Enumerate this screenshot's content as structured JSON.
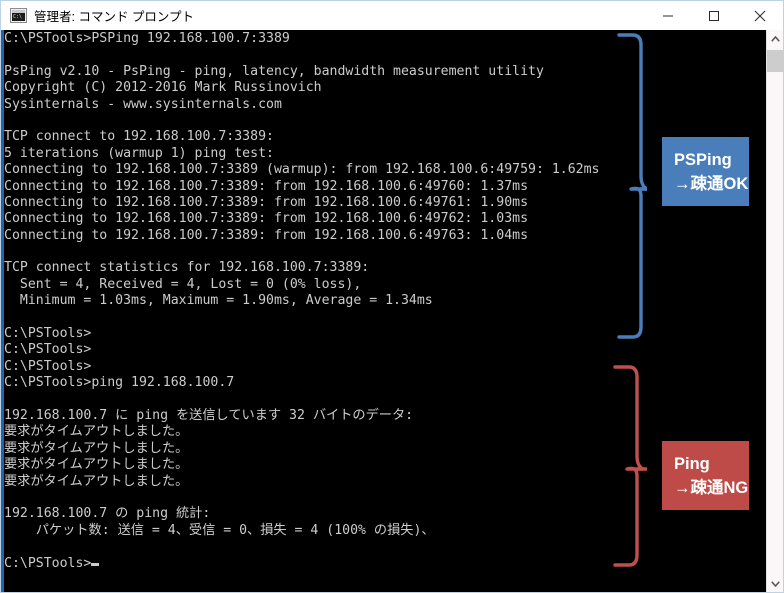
{
  "window": {
    "title": "管理者: コマンド プロンプト",
    "icon": "cmd-icon",
    "controls": {
      "minimize": "minimize-icon",
      "maximize": "maximize-icon",
      "close": "close-icon"
    }
  },
  "console": {
    "foreground": "#cccccc",
    "background": "#000000",
    "lines": [
      "C:\\PSTools>PSPing 192.168.100.7:3389",
      "",
      "PsPing v2.10 - PsPing - ping, latency, bandwidth measurement utility",
      "Copyright (C) 2012-2016 Mark Russinovich",
      "Sysinternals - www.sysinternals.com",
      "",
      "TCP connect to 192.168.100.7:3389:",
      "5 iterations (warmup 1) ping test:",
      "Connecting to 192.168.100.7:3389 (warmup): from 192.168.100.6:49759: 1.62ms",
      "Connecting to 192.168.100.7:3389: from 192.168.100.6:49760: 1.37ms",
      "Connecting to 192.168.100.7:3389: from 192.168.100.6:49761: 1.90ms",
      "Connecting to 192.168.100.7:3389: from 192.168.100.6:49762: 1.03ms",
      "Connecting to 192.168.100.7:3389: from 192.168.100.6:49763: 1.04ms",
      "",
      "TCP connect statistics for 192.168.100.7:3389:",
      "  Sent = 4, Received = 4, Lost = 0 (0% loss),",
      "  Minimum = 1.03ms, Maximum = 1.90ms, Average = 1.34ms",
      "",
      "C:\\PSTools>",
      "C:\\PSTools>",
      "C:\\PSTools>",
      "C:\\PSTools>ping 192.168.100.7",
      "",
      "192.168.100.7 に ping を送信しています 32 バイトのデータ:",
      "要求がタイムアウトしました。",
      "要求がタイムアウトしました。",
      "要求がタイムアウトしました。",
      "要求がタイムアウトしました。",
      "",
      "192.168.100.7 の ping 統計:",
      "    パケット数: 送信 = 4、受信 = 0、損失 = 4 (100% の損失)、",
      "",
      "C:\\PSTools>"
    ],
    "cursor": "block-caret"
  },
  "scrollbar": {
    "up_arrow": "chevron-up-icon",
    "down_arrow": "chevron-down-icon",
    "thumb": "scrollbar-thumb"
  },
  "annotations": [
    {
      "id": "psping",
      "color": "#4a7ebb",
      "line1": "PSPing",
      "line2": "→疎通OK"
    },
    {
      "id": "ping",
      "color": "#be4b48",
      "line1": "Ping",
      "line2": "→疎通NG"
    }
  ]
}
